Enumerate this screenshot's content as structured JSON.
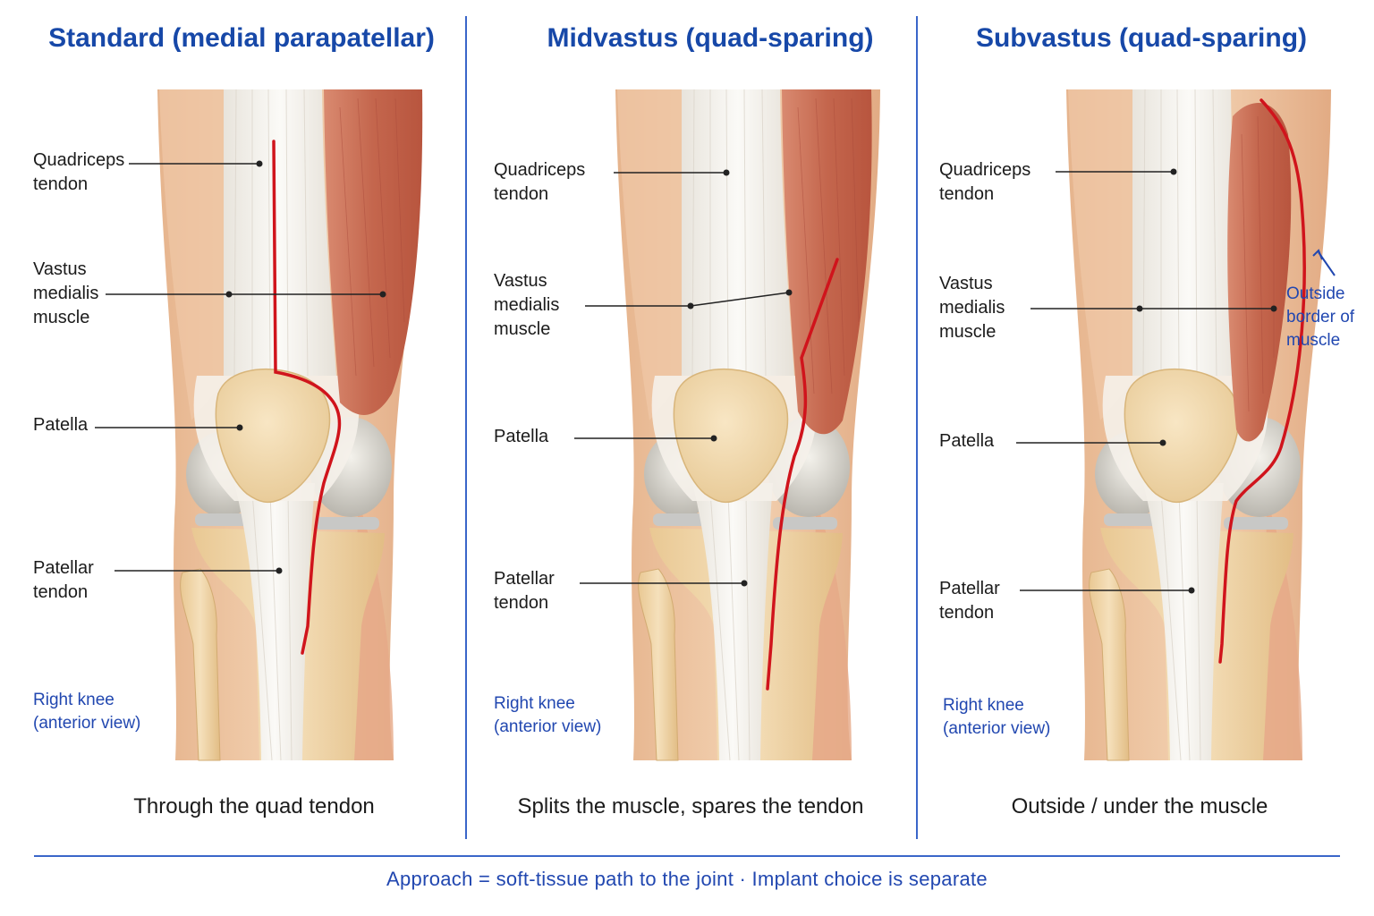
{
  "panels": [
    {
      "title": "Standard (medial parapatellar)",
      "labels": {
        "quadriceps_tendon": "Quadriceps\ntendon",
        "vastus_medialis": "Vastus\nmedialis\nmuscle",
        "patella": "Patella",
        "patellar_tendon": "Patellar\ntendon"
      },
      "view_label": "Right knee\n(anterior view)",
      "caption": "Through the quad tendon"
    },
    {
      "title": "Midvastus (quad-sparing)",
      "labels": {
        "quadriceps_tendon": "Quadriceps\ntendon",
        "vastus_medialis": "Vastus\nmedialis\nmuscle",
        "patella": "Patella",
        "patellar_tendon": "Patellar\ntendon"
      },
      "view_label": "Right knee\n(anterior view)",
      "caption": "Splits the muscle, spares the tendon"
    },
    {
      "title": "Subvastus (quad-sparing)",
      "labels": {
        "quadriceps_tendon": "Quadriceps\ntendon",
        "vastus_medialis": "Vastus\nmedialis\nmuscle",
        "patella": "Patella",
        "patellar_tendon": "Patellar\ntendon"
      },
      "view_label": "Right knee\n(anterior view)",
      "outside_label": "Outside\nborder of\nmuscle",
      "caption": "Outside / under the muscle"
    }
  ],
  "footer": "Approach = soft-tissue path to the joint · Implant choice is separate",
  "colors": {
    "title": "#1748a8",
    "incision": "#d0141c",
    "annotation": "#2147b0",
    "divider": "#3a66c9",
    "muscle": "#c86a50",
    "bone": "#efd6a8",
    "skin": "#efc6a0",
    "tendon": "#f6f4f0"
  }
}
